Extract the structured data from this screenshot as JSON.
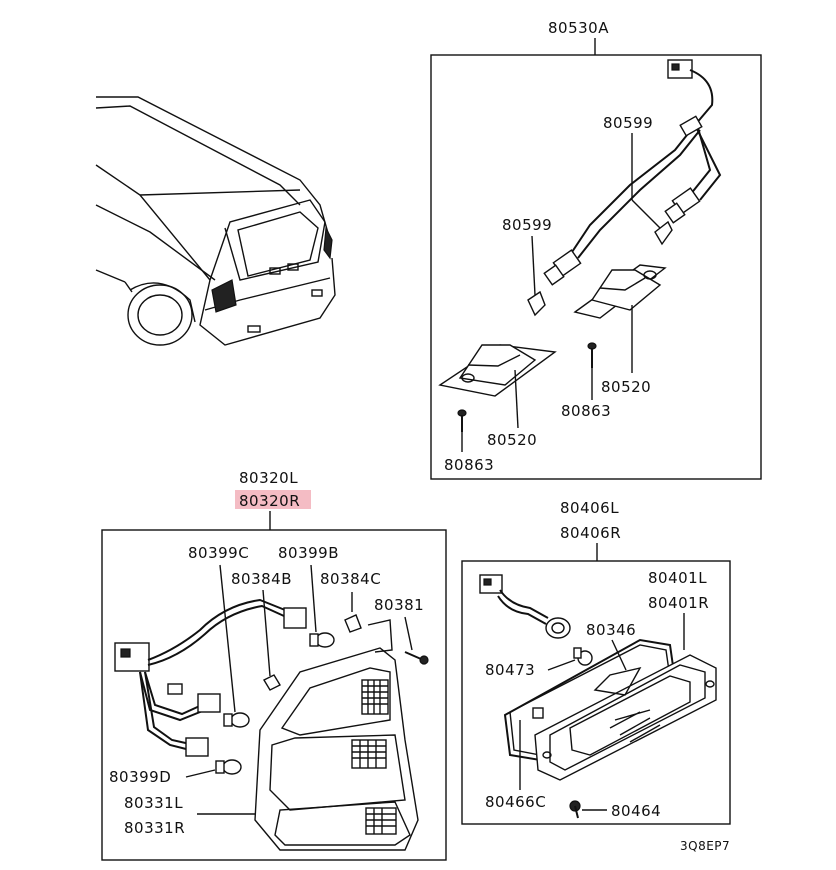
{
  "labels": {
    "license_assy": "80530A",
    "lic_bulb_upper": "80599",
    "lic_bulb_lower": "80599",
    "lic_lamp_upper": "80520",
    "lic_lamp_lower": "80520",
    "lic_screw_upper": "80863",
    "lic_screw_lower": "80863",
    "tail_l": "80320L",
    "tail_r": "80320R",
    "bulb_c": "80399C",
    "bulb_b": "80399B",
    "socket_b": "80384B",
    "socket_c": "80384C",
    "screw_381": "80381",
    "bulb_d": "80399D",
    "lens_l": "80331L",
    "lens_r": "80331R",
    "reflex_l": "80406L",
    "reflex_r": "80406R",
    "reflex_lens_l": "80401L",
    "reflex_lens_r": "80401R",
    "bulb_346": "80346",
    "socket_473": "80473",
    "gasket": "80466C",
    "screw_464": "80464",
    "code": "3Q8EP7"
  },
  "highlight_color": "#f4bcc4"
}
